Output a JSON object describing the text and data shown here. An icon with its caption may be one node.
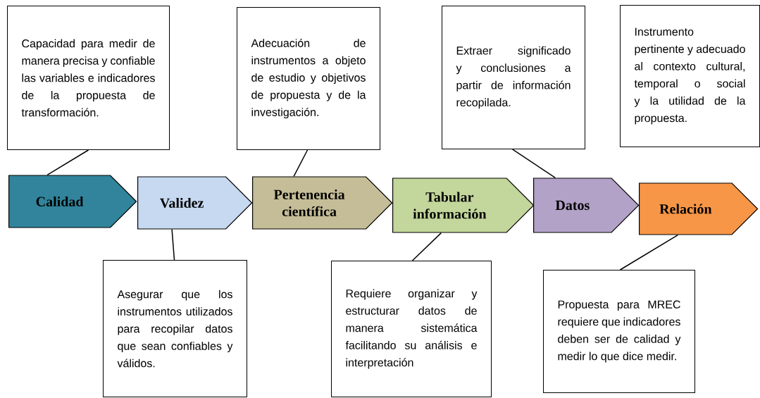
{
  "diagram": {
    "nodes": [
      {
        "text": [
          "Calidad"
        ]
      },
      {
        "text": [
          "Validez"
        ]
      },
      {
        "text": [
          "Pertenencia científica"
        ]
      },
      {
        "text": [
          "Tabular información"
        ]
      },
      {
        "text": [
          "Datos"
        ]
      },
      {
        "text": [
          "Relación"
        ]
      },
      {
        "text": [
          "Capacidad para medir de manera precisa y confiable las variables e indicadores de la propuesta de transformación."
        ]
      },
      {
        "text": [
          "Adecuación de instrumentos a objeto de estudio y objetivos de propuesta y de la investigación."
        ]
      },
      {
        "text": [
          "Extraer significado y conclusiones a partir de información recopilada."
        ]
      },
      {
        "text": [
          "Instrumento pertinente y adecuado al contexto cultural, temporal o social y la utilidad de la propuesta."
        ]
      },
      {
        "text": [
          "Asegurar que los instrumentos utilizados para recopilar datos que sean confiables y válidos."
        ]
      },
      {
        "text": [
          "Requiere organizar y estructurar datos de manera sistemática facilitando su análisis e interpretación"
        ]
      },
      {
        "text": [
          "Propuesta para MREC requiere que indicadores deben ser de calidad y medir lo que dice medir."
        ]
      }
    ],
    "edges": [
      {
        "from": 6,
        "to": 0,
        "arrow": "none"
      },
      {
        "from": 7,
        "to": 2,
        "arrow": "none"
      },
      {
        "from": 8,
        "to": 4,
        "arrow": "none"
      },
      {
        "from": 10,
        "to": 1,
        "arrow": "none"
      },
      {
        "from": 11,
        "to": 3,
        "arrow": "none"
      },
      {
        "from": 12,
        "to": 5,
        "arrow": "none"
      }
    ]
  }
}
